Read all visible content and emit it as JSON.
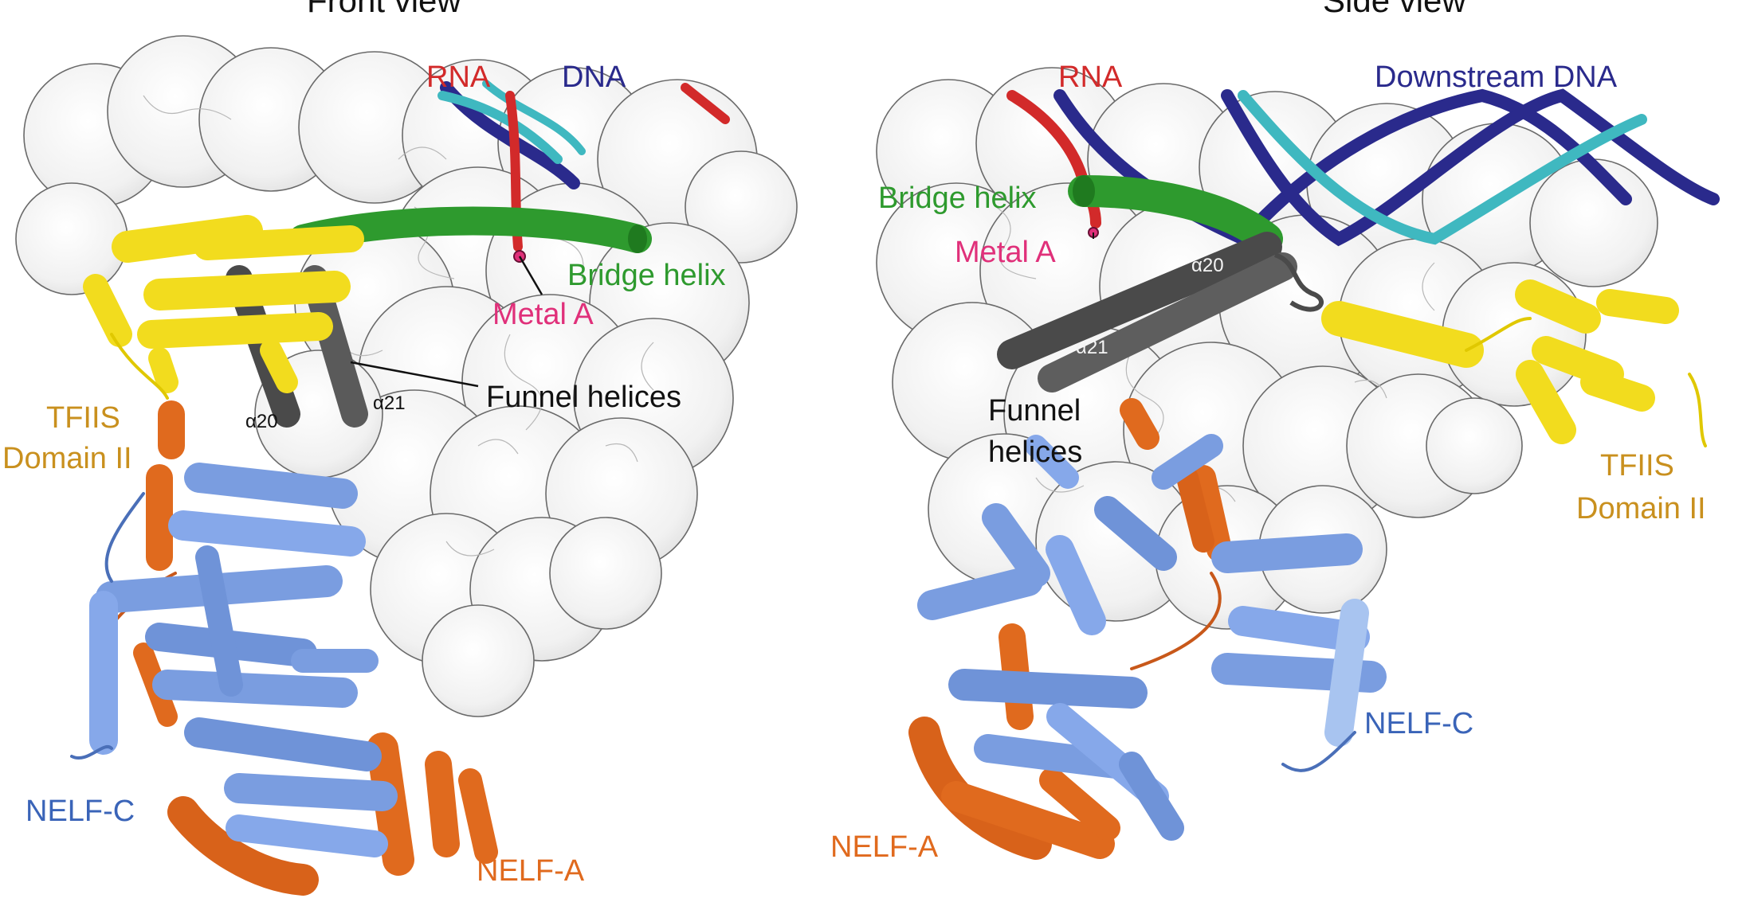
{
  "panels": {
    "left": {
      "title": "Front view",
      "labels": {
        "rna": "RNA",
        "dna": "DNA",
        "bridge_helix": "Bridge helix",
        "metal_a": "Metal A",
        "funnel_helices": "Funnel helices",
        "alpha20": "α20",
        "alpha21": "α21",
        "tfiis_line1": "TFIIS",
        "tfiis_line2": "Domain II",
        "nelf_c": "NELF-C",
        "nelf_a": "NELF-A"
      }
    },
    "right": {
      "title": "Side view",
      "labels": {
        "rna": "RNA",
        "downstream_dna": "Downstream DNA",
        "bridge_helix": "Bridge helix",
        "metal_a": "Metal A",
        "funnel_line1": "Funnel",
        "funnel_line2": "helices",
        "alpha20": "α20",
        "alpha21": "α21",
        "tfiis_line1": "TFIIS",
        "tfiis_line2": "Domain II",
        "nelf_c": "NELF-C",
        "nelf_a": "NELF-A"
      }
    }
  },
  "colors": {
    "rna": "#d22a2a",
    "dna": "#2a2a8c",
    "dna_strand2": "#3fb8c0",
    "bridge_helix": "#2e9a2e",
    "metal_a": "#e0307a",
    "funnel": "#555555",
    "tfiis": "#f2dc1e",
    "tfiis_label": "#c9901e",
    "nelf_c": "#7a9de0",
    "nelf_c_label": "#3a64b8",
    "nelf_a": "#e06a1e",
    "nelf_a_label": "#e06a1e",
    "surface": "#f2f2f2"
  }
}
